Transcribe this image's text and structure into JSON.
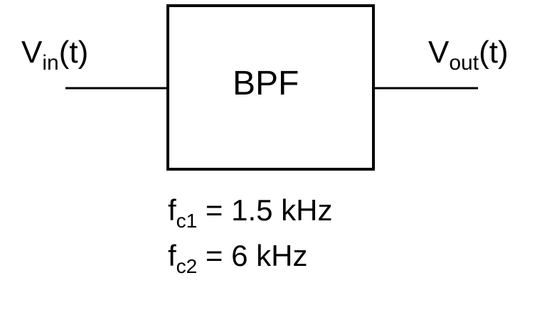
{
  "input_signal": {
    "symbol": "V",
    "subscript": "in",
    "argument": "(t)"
  },
  "output_signal": {
    "symbol": "V",
    "subscript": "out",
    "argument": "(t)"
  },
  "filter_block": {
    "label": "BPF"
  },
  "cutoffs": [
    {
      "symbol": "f",
      "subscript": "c1",
      "equation": " = 1.5 kHz"
    },
    {
      "symbol": "f",
      "subscript": "c2",
      "equation": " = 6 kHz"
    }
  ],
  "colors": {
    "stroke": "#000000",
    "background": "#ffffff"
  }
}
